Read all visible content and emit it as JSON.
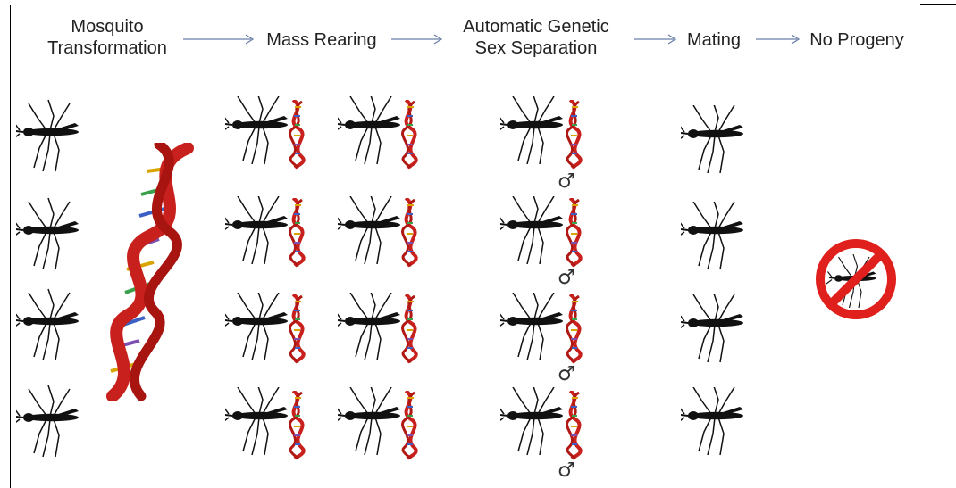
{
  "steps": [
    {
      "line1": "Mosquito",
      "line2": "Transformation"
    },
    {
      "line1": "Mass Rearing"
    },
    {
      "line1": "Automatic Genetic",
      "line2": "Sex Separation"
    },
    {
      "line1": "Mating"
    },
    {
      "line1": "No Progeny"
    }
  ],
  "male_symbol": "♂",
  "icons": {
    "mosquito": "mosquito-icon",
    "dna": "dna-helix-icon",
    "prohibition": "no-mosquito-icon"
  },
  "colors": {
    "text": "#222222",
    "arrow": "#6b7fa8",
    "dna_red": "#c8201c",
    "prohibit_red": "#e0201c",
    "mosquito": "#111111"
  }
}
